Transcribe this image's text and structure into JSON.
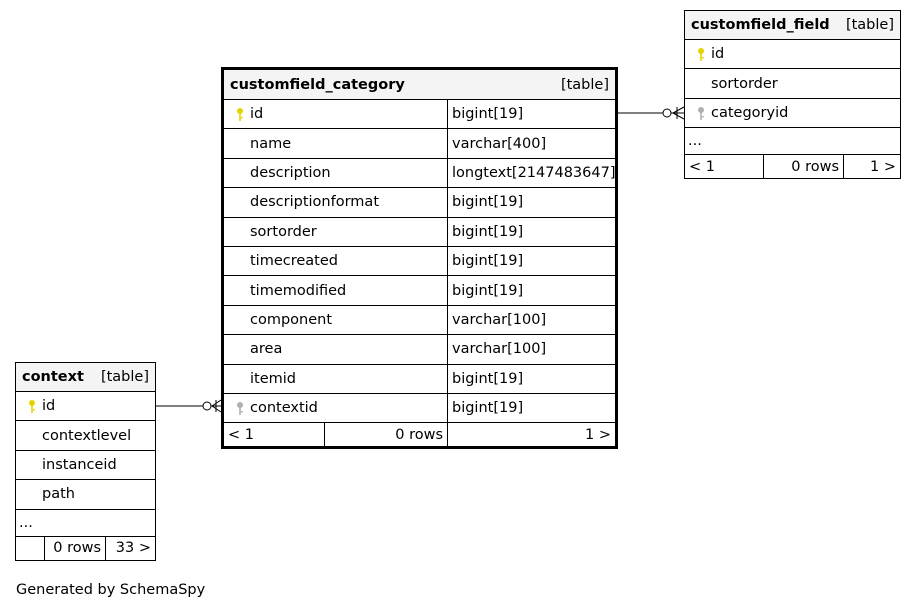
{
  "colors": {
    "pk_key": "#e5d300",
    "fk_key": "#b0b0b0"
  },
  "icons": {
    "pk": "key-icon",
    "fk": "foreign-key-icon"
  },
  "tables": {
    "customfield_category": {
      "name": "customfield_category",
      "kind": "[table]",
      "columns": [
        {
          "name": "id",
          "type": "bigint[19]",
          "key": "pk"
        },
        {
          "name": "name",
          "type": "varchar[400]",
          "key": ""
        },
        {
          "name": "description",
          "type": "longtext[2147483647]",
          "key": ""
        },
        {
          "name": "descriptionformat",
          "type": "bigint[19]",
          "key": ""
        },
        {
          "name": "sortorder",
          "type": "bigint[19]",
          "key": ""
        },
        {
          "name": "timecreated",
          "type": "bigint[19]",
          "key": ""
        },
        {
          "name": "timemodified",
          "type": "bigint[19]",
          "key": ""
        },
        {
          "name": "component",
          "type": "varchar[100]",
          "key": ""
        },
        {
          "name": "area",
          "type": "varchar[100]",
          "key": ""
        },
        {
          "name": "itemid",
          "type": "bigint[19]",
          "key": ""
        },
        {
          "name": "contextid",
          "type": "bigint[19]",
          "key": "fk"
        }
      ],
      "footer": {
        "parents": "< 1",
        "rows": "0 rows",
        "children": "1 >"
      }
    },
    "customfield_field": {
      "name": "customfield_field",
      "kind": "[table]",
      "columns": [
        {
          "name": "id",
          "key": "pk"
        },
        {
          "name": "sortorder",
          "key": ""
        },
        {
          "name": "categoryid",
          "key": "fk"
        }
      ],
      "ellipsis": "...",
      "footer": {
        "parents": "< 1",
        "rows": "0 rows",
        "children": "1 >"
      }
    },
    "context": {
      "name": "context",
      "kind": "[table]",
      "columns": [
        {
          "name": "id",
          "key": "pk"
        },
        {
          "name": "contextlevel",
          "key": ""
        },
        {
          "name": "instanceid",
          "key": ""
        },
        {
          "name": "path",
          "key": ""
        }
      ],
      "ellipsis": "...",
      "footer": {
        "parents": "",
        "rows": "0 rows",
        "children": "33 >"
      }
    }
  },
  "footer_text": "Generated by SchemaSpy"
}
